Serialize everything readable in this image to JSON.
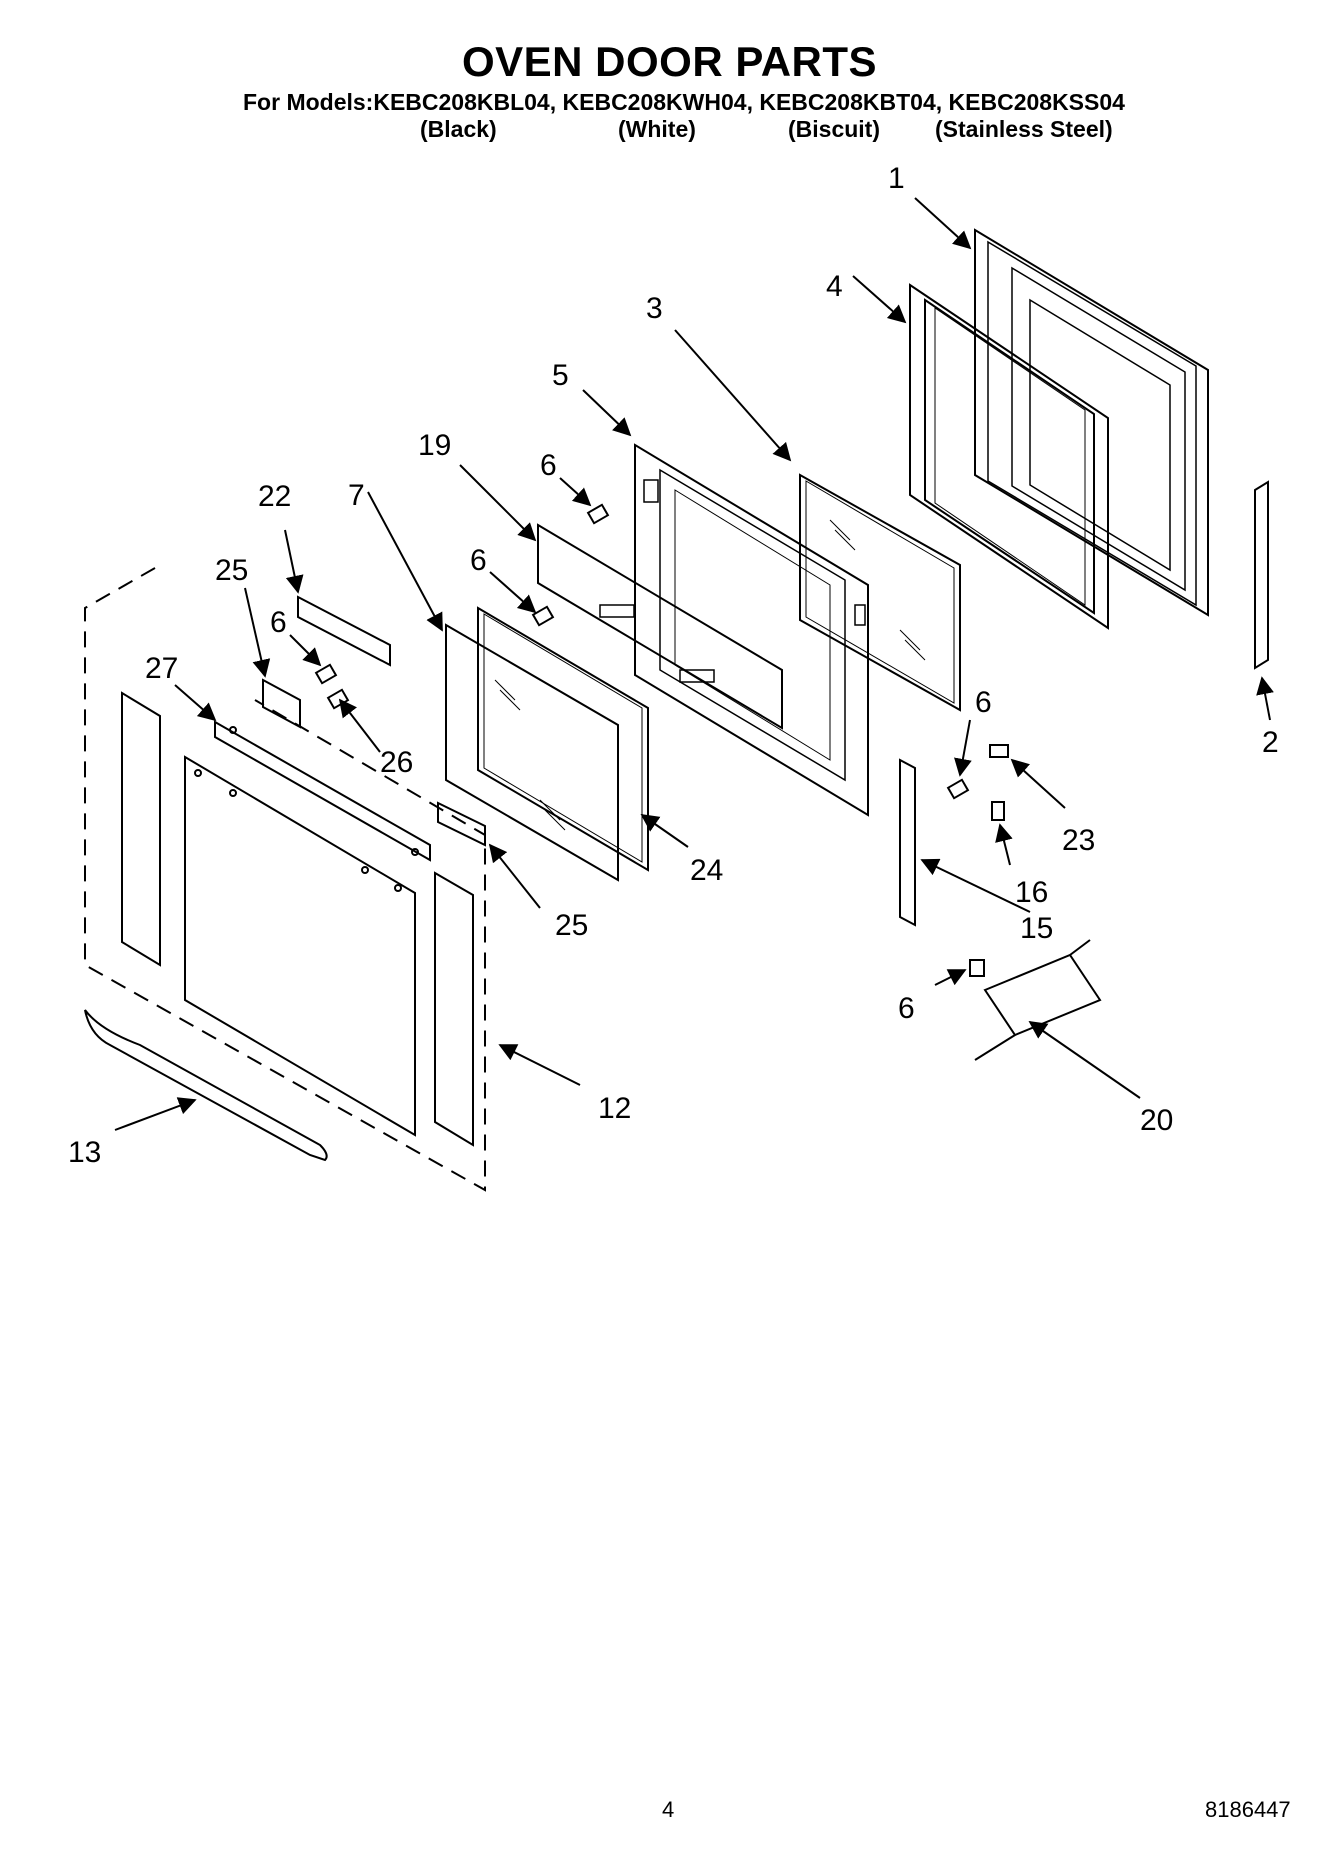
{
  "header": {
    "title": "OVEN DOOR PARTS",
    "models": "For Models:KEBC208KBL04, KEBC208KWH04, KEBC208KBT04, KEBC208KSS04",
    "colors": [
      "(Black)",
      "(White)",
      "(Biscuit)",
      "(Stainless Steel)"
    ]
  },
  "callouts": {
    "c1": "1",
    "c2": "2",
    "c3": "3",
    "c4": "4",
    "c5": "5",
    "c6a": "6",
    "c6b": "6",
    "c6c": "6",
    "c6d": "6",
    "c6e": "6",
    "c7": "7",
    "c12": "12",
    "c13": "13",
    "c15": "15",
    "c16": "16",
    "c19": "19",
    "c20": "20",
    "c22": "22",
    "c23": "23",
    "c24": "24",
    "c25a": "25",
    "c25b": "25",
    "c26": "26",
    "c27": "27"
  },
  "footer": {
    "page_number": "4",
    "document_number": "8186447"
  }
}
